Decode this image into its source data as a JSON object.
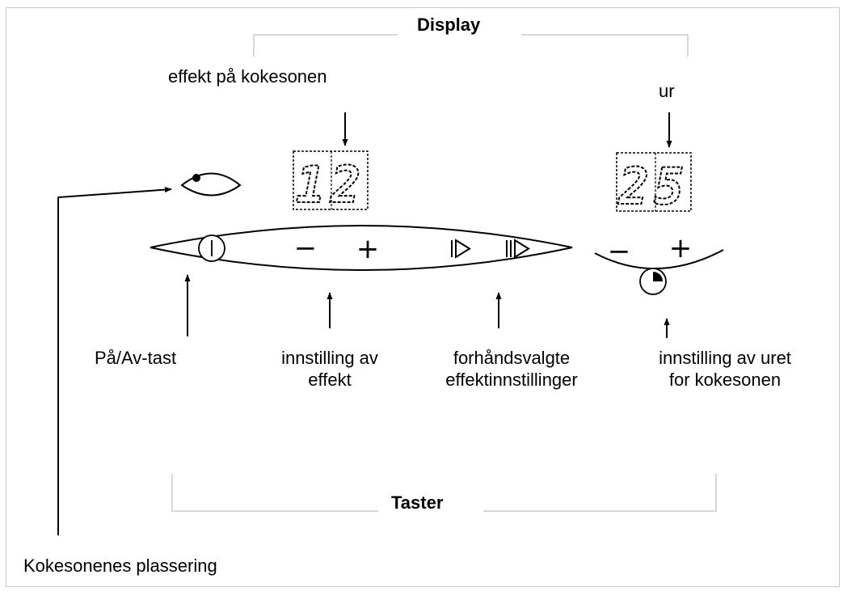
{
  "headings": {
    "display": "Display",
    "keys": "Taster"
  },
  "labels": {
    "zone_power": "effekt på kokesonen",
    "clock": "ur",
    "on_off_key": "På/Av-tast",
    "power_setting_line1": "innstilling av",
    "power_setting_line2": "effekt",
    "preset_line1": "forhåndsvalgte",
    "preset_line2": "effektinnstillinger",
    "timer_setting_line1": "innstilling av uret",
    "timer_setting_line2": "for kokesonen",
    "zone_location": "Kokesonenes plassering"
  },
  "displays": {
    "power_digits": "12",
    "timer_digits": "25"
  },
  "keys": {
    "minus": "−",
    "plus": "+"
  },
  "colors": {
    "bracket": "#c9c9c9",
    "frame": "#c9c9c9",
    "ink": "#000000"
  }
}
